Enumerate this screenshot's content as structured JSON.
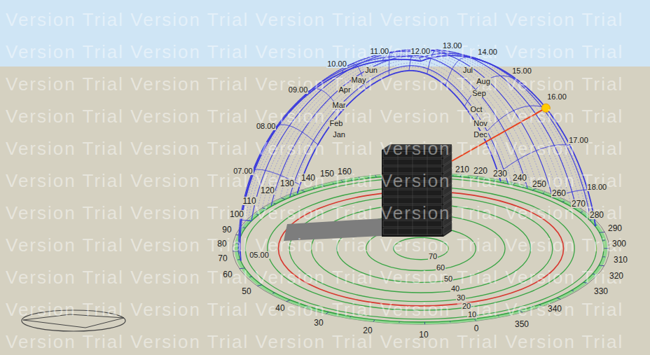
{
  "diagram": {
    "labels": [
      "Version Trial Version Trial Version Trial Version Trial Version Trial",
      "Version Trial Version Trial Version Trial Version Trial Version Trial",
      "Version Trial Version Trial Version Trial Version Trial Version Trial",
      "Version Trial Version Trial Version Trial Version Trial Version Trial",
      "Version Trial Version Trial Version Trial Version Trial Version Trial",
      "Version Trial Version Trial Version Trial Version Trial Version Trial",
      "Version Trial Version Trial Version Trial Version Trial Version Trial",
      "Version Trial Version Trial Version Trial Version Trial Version Trial",
      "Version Trial Version Trial Version Trial Version Trial Version Trial",
      "Version Trial Version Trial Version Trial Version Trial Version Trial",
      "Version Trial Version Trial Version Trial Version Trial Version Trial",
      "05.00",
      "07.00",
      "08.00",
      "09.00",
      "10.00",
      "11.00",
      "12.00",
      "13.00",
      "14.00",
      "15.00",
      "16.00",
      "17.00",
      "18.00",
      "Jan",
      "Feb",
      "Mar",
      "Apr",
      "May",
      "Jun",
      "Jul",
      "Aug",
      "Sep",
      "Oct",
      "Nov",
      "Dec",
      "0",
      "10",
      "20",
      "30",
      "40",
      "50",
      "60",
      "70",
      "80",
      "90",
      "100",
      "110",
      "120",
      "130",
      "140",
      "150",
      "160",
      "210",
      "220",
      "230",
      "240",
      "250",
      "260",
      "270",
      "280",
      "290",
      "300",
      "310",
      "320",
      "330",
      "340",
      "350",
      "70",
      "60",
      "50",
      "40",
      "30",
      "20",
      "10"
    ]
  }
}
